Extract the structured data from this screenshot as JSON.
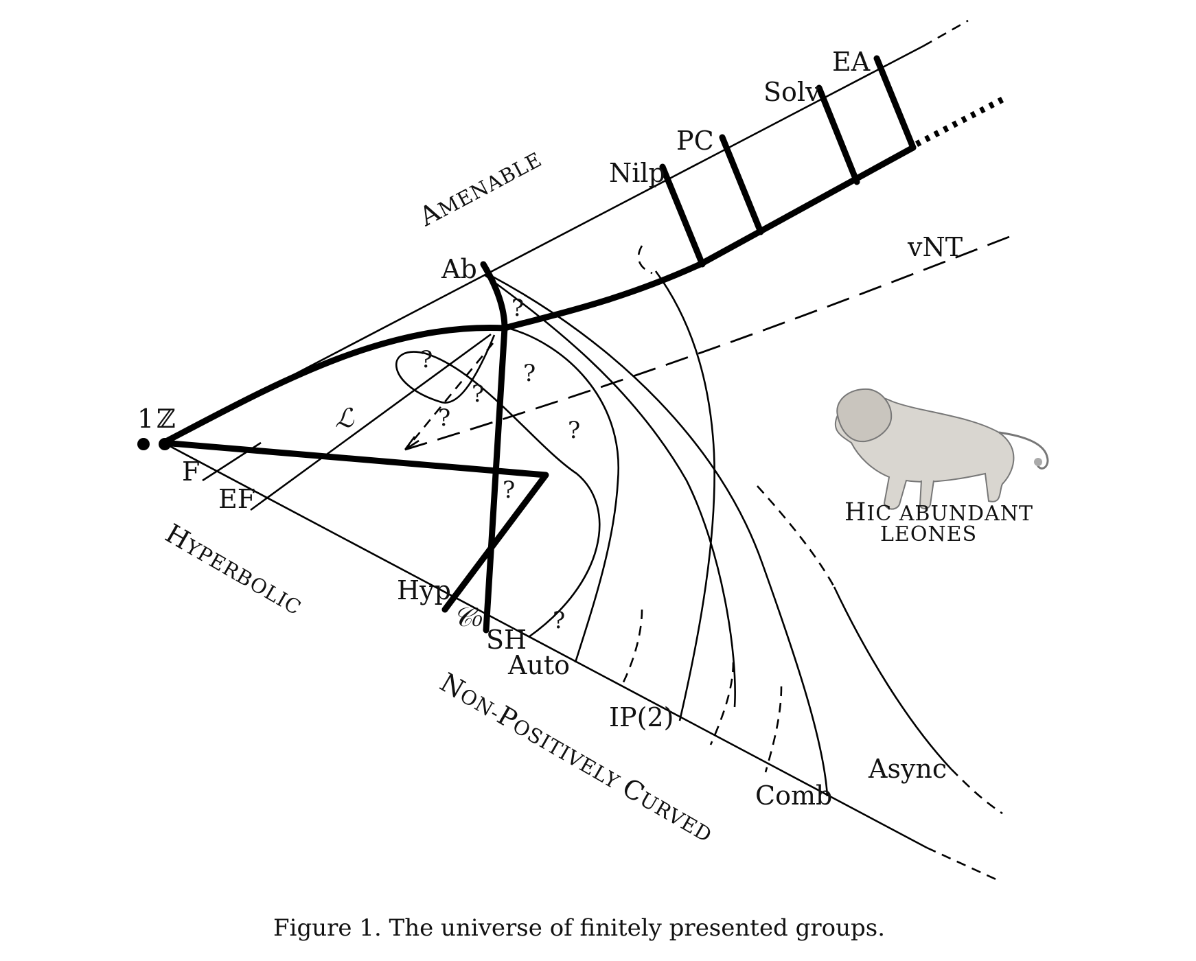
{
  "regions": {
    "amenable": "AMENABLE",
    "hyperbolic": "HYPERBOLIC",
    "non_positively_curved": "NON-POSITIVELY CURVED",
    "lions_line1": "HIC ABUNDANT",
    "lions_line2": "LEONES"
  },
  "regions_initials": {
    "amenable": "A",
    "amenable_rest": "MENABLE",
    "hyperbolic": "H",
    "hyperbolic_rest": "YPERBOLIC",
    "npc_n": "N",
    "npc_on": "ON-",
    "npc_p": "P",
    "npc_ositively": "OSITIVELY ",
    "npc_c": "C",
    "npc_urved": "URVED",
    "hic_h": "H",
    "hic_rest": "IC ABUNDANT"
  },
  "labels": {
    "trivial": "1",
    "integers": "ℤ",
    "free": "F",
    "elem_free": "EF",
    "script_l": "ℒ",
    "abelian": "Ab",
    "nilpotent": "Nilp",
    "polycyclic": "PC",
    "solvable": "Solv",
    "elem_amenable": "EA",
    "vnt": "vNT",
    "hyperbolic_short": "Hyp",
    "c0": "𝒞₀",
    "sh": "SH",
    "auto": "Auto",
    "ip2": "IP(2)",
    "comb": "Comb",
    "async": "Async",
    "question": "?"
  },
  "caption": "Figure 1.  The universe of finitely presented groups.",
  "lion_icon": "lion-illustration"
}
